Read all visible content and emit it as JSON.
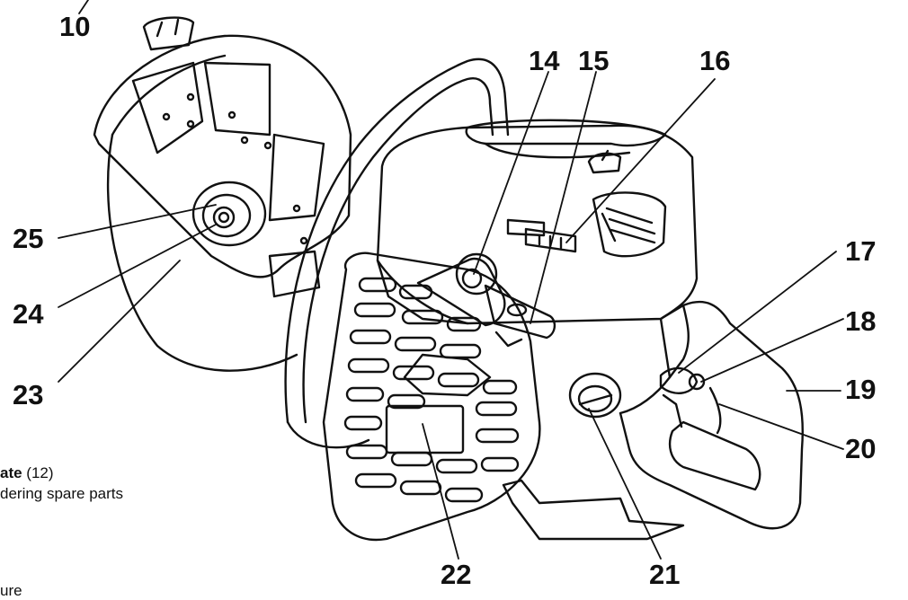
{
  "callouts": {
    "c10": "10",
    "c14": "14",
    "c15": "15",
    "c16": "16",
    "c17": "17",
    "c18": "18",
    "c19": "19",
    "c20": "20",
    "c21": "21",
    "c22": "22",
    "c23": "23",
    "c24": "24",
    "c25": "25"
  },
  "left_text": {
    "line1_bold": "ate",
    "line1_rest": " (12)",
    "line2": "dering spare parts",
    "line3": "ure"
  }
}
